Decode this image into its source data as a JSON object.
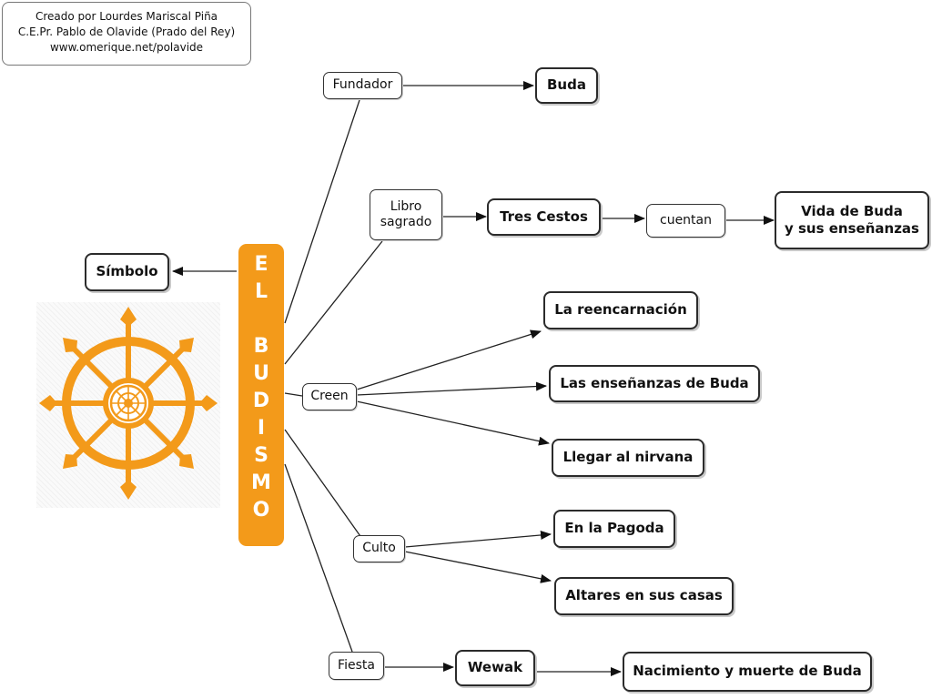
{
  "credit": {
    "line1": "Creado por Lourdes Mariscal Piña",
    "line2": "C.E.Pr. Pablo de Olavide (Prado del Rey)",
    "line3": "www.omerique.net/polavide"
  },
  "central": [
    "EL",
    "BUDISMO"
  ],
  "nodes": {
    "simbolo": "Símbolo",
    "buda": "Buda",
    "tres_cestos": "Tres Cestos",
    "vida_line1": "Vida de Buda",
    "vida_line2": "y sus enseñanzas",
    "reencarnacion": "La reencarnación",
    "ensenanzas": "Las enseñanzas de Buda",
    "nirvana": "Llegar al nirvana",
    "pagoda": "En la Pagoda",
    "altares": "Altares en sus casas",
    "wewak": "Wewak",
    "nacimiento": "Nacimiento y muerte de Buda"
  },
  "links": {
    "fundador": "Fundador",
    "libro_line1": "Libro",
    "libro_line2": "sagrado",
    "cuentan": "cuentan",
    "creen": "Creen",
    "culto": "Culto",
    "fiesta": "Fiesta"
  },
  "symbol": {
    "icon": "dharma-wheel-icon",
    "color": "#f39a1a"
  },
  "colors": {
    "accent": "#f39a1a",
    "line": "#222222"
  }
}
